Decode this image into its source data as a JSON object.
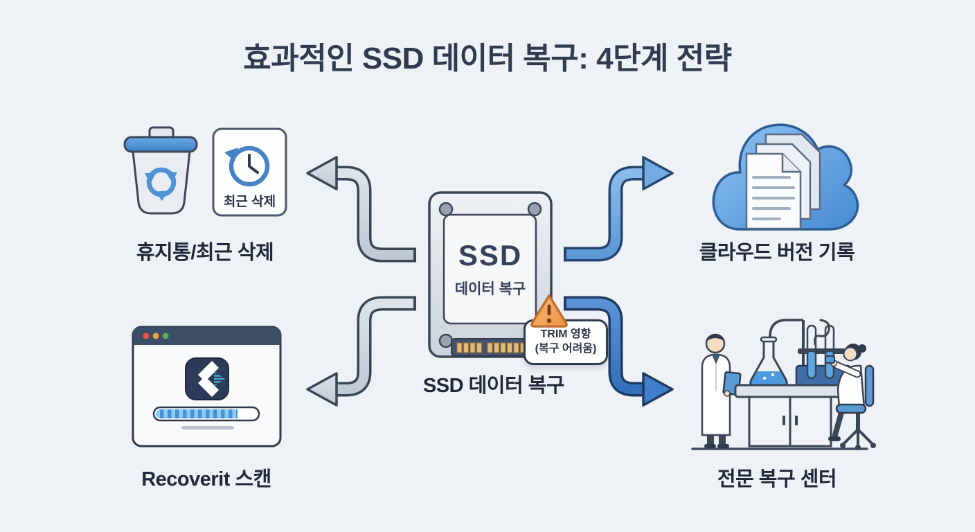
{
  "title": "효과적인 SSD 데이터 복구: 4단계 전략",
  "center": {
    "ssd_label": "SSD",
    "ssd_sublabel": "데이터 복구",
    "caption": "SSD 데이터 복구"
  },
  "warning": {
    "line1": "TRIM 영향",
    "line2": "(복구 어려움)"
  },
  "nodes": {
    "recycle_bin": {
      "label": "휴지통/최근 삭제",
      "card_text": "최근 삭제"
    },
    "cloud": {
      "label": "클라우드 버전 기록"
    },
    "recoverit": {
      "label": "Recoverit 스캔"
    },
    "pro_center": {
      "label": "전문 복구 센터"
    }
  },
  "icons": {
    "top_left": [
      "trash-icon",
      "history-clock-icon"
    ],
    "top_right": [
      "cloud-icon",
      "documents-icon"
    ],
    "center": [
      "ssd-icon",
      "warning-icon"
    ],
    "bottom_left": [
      "app-window-icon",
      "recoverit-logo-icon",
      "progress-bar"
    ],
    "bottom_right": [
      "lab-scene-icon"
    ]
  },
  "colors": {
    "background": "#eef1f5",
    "title_text": "#303b4f",
    "label_text": "#1f2838",
    "outline": "#3a4656",
    "arrow_gray": "#ccd4de",
    "arrow_blue_light": "#74abe2",
    "arrow_blue_dark": "#3f7ecb",
    "accent_blue": "#4a8fd4",
    "warning_orange": "#f2a159",
    "gold_pins": "#e2b877",
    "navy_icon": "#2c3b58"
  }
}
